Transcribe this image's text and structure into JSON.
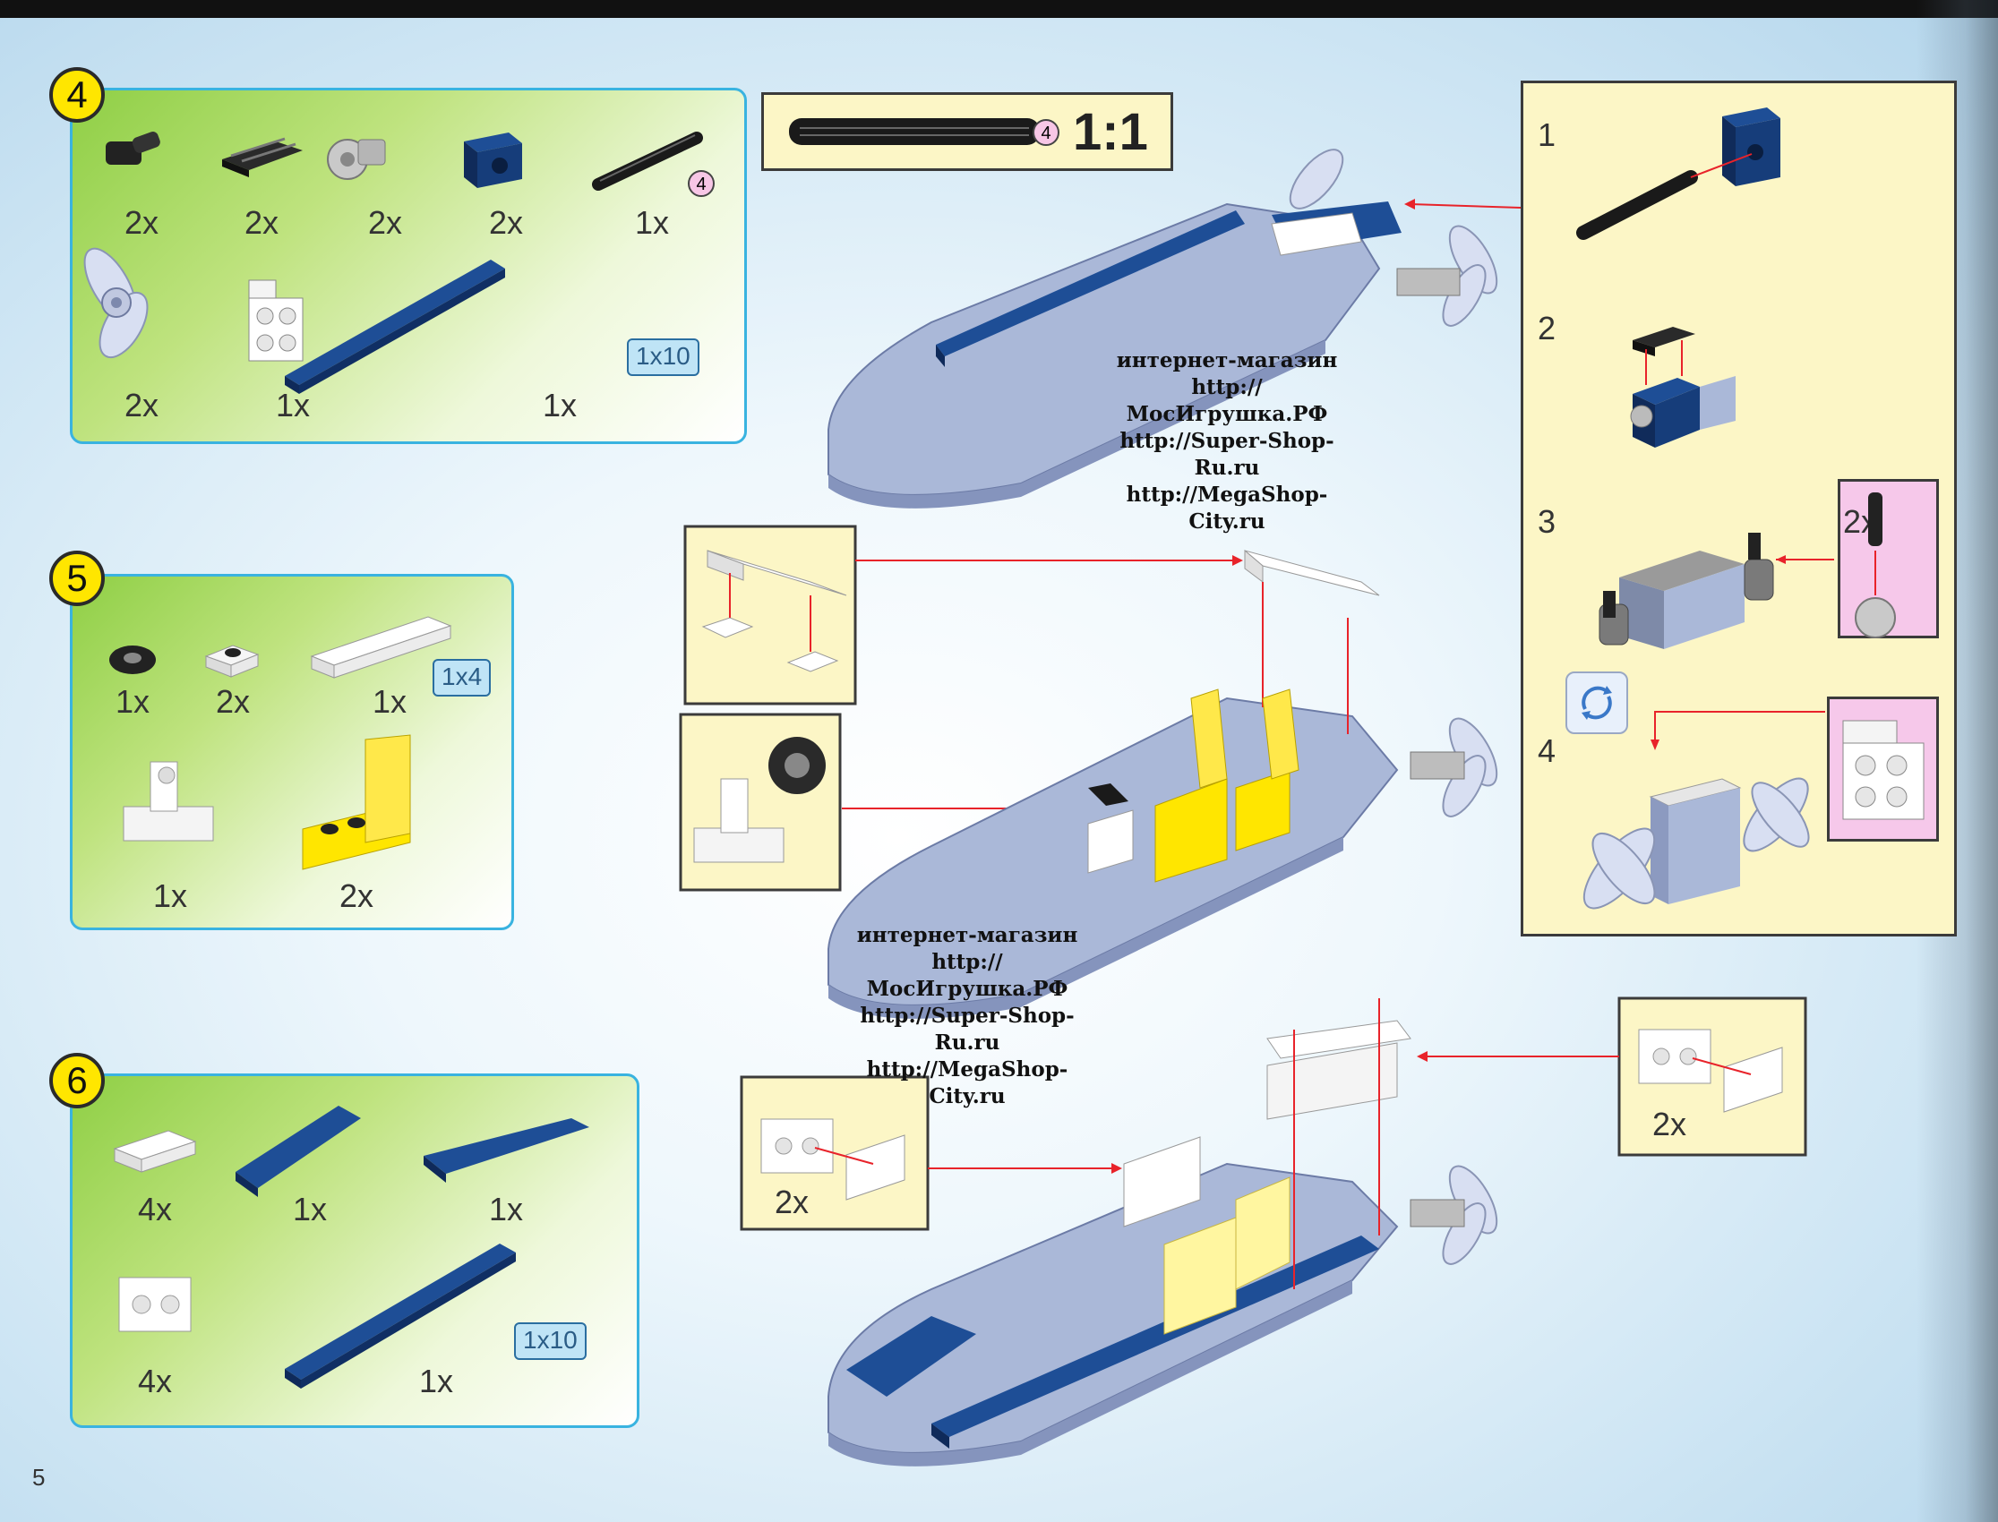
{
  "page_number": "5",
  "scale": {
    "length_number": "4",
    "label": "1:1"
  },
  "panels": [
    {
      "step": "4",
      "row1": [
        "2x",
        "2x",
        "2x",
        "2x",
        "1x"
      ],
      "axle_length": "4",
      "row2": [
        "2x",
        "1x",
        "1x"
      ],
      "plate_label": "1x10"
    },
    {
      "step": "5",
      "row1": [
        "1x",
        "2x",
        "1x"
      ],
      "tile_label": "1x4",
      "row2": [
        "1x",
        "2x"
      ]
    },
    {
      "step": "6",
      "row1": [
        "4x",
        "1x",
        "1x"
      ],
      "row2": [
        "4x",
        "1x"
      ],
      "plate_label": "1x10"
    }
  ],
  "substeps": [
    "1",
    "2",
    "3",
    "4"
  ],
  "substep3_qty": "2x",
  "callouts": {
    "left_qty": "2x",
    "right_qty": "2x"
  },
  "watermark": [
    "интернет-магазин",
    "http://МосИгрушка.РФ",
    "http://Super-Shop-Ru.ru",
    "http://MegaShop-City.ru"
  ],
  "colors": {
    "dark_blue": "#163d7a",
    "light_blue": "#aab8d8",
    "yellow": "#ffe600",
    "panel_border": "#39b3e0",
    "arrow": "#e8232a"
  }
}
